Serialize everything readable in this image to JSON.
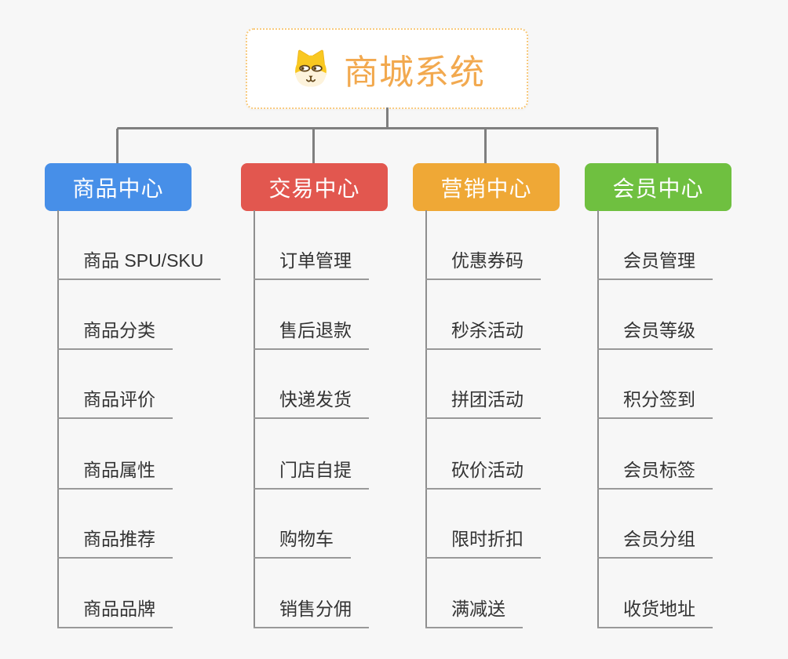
{
  "root": {
    "label": "商城系统",
    "icon": "dog-face-icon"
  },
  "branches": [
    {
      "label": "商品中心",
      "color": "#478fe8",
      "children": [
        "商品 SPU/SKU",
        "商品分类",
        "商品评价",
        "商品属性",
        "商品推荐",
        "商品品牌"
      ]
    },
    {
      "label": "交易中心",
      "color": "#e2574f",
      "children": [
        "订单管理",
        "售后退款",
        "快递发货",
        "门店自提",
        "购物车",
        "销售分佣"
      ]
    },
    {
      "label": "营销中心",
      "color": "#efa836",
      "children": [
        "优惠券码",
        "秒杀活动",
        "拼团活动",
        "砍价活动",
        "限时折扣",
        "满减送"
      ]
    },
    {
      "label": "会员中心",
      "color": "#6fc040",
      "children": [
        "会员管理",
        "会员等级",
        "积分签到",
        "会员标签",
        "会员分组",
        "收货地址"
      ]
    }
  ],
  "colors": {
    "background": "#f7f7f7",
    "root_border": "#f8ca7e",
    "root_text": "#f2a94f",
    "connector": "#7f7f7f",
    "item_line": "#999999",
    "item_text": "#333333",
    "dog_yellow": "#f9c821",
    "dog_cream": "#fdf3dc",
    "dog_brown": "#5f4316"
  }
}
